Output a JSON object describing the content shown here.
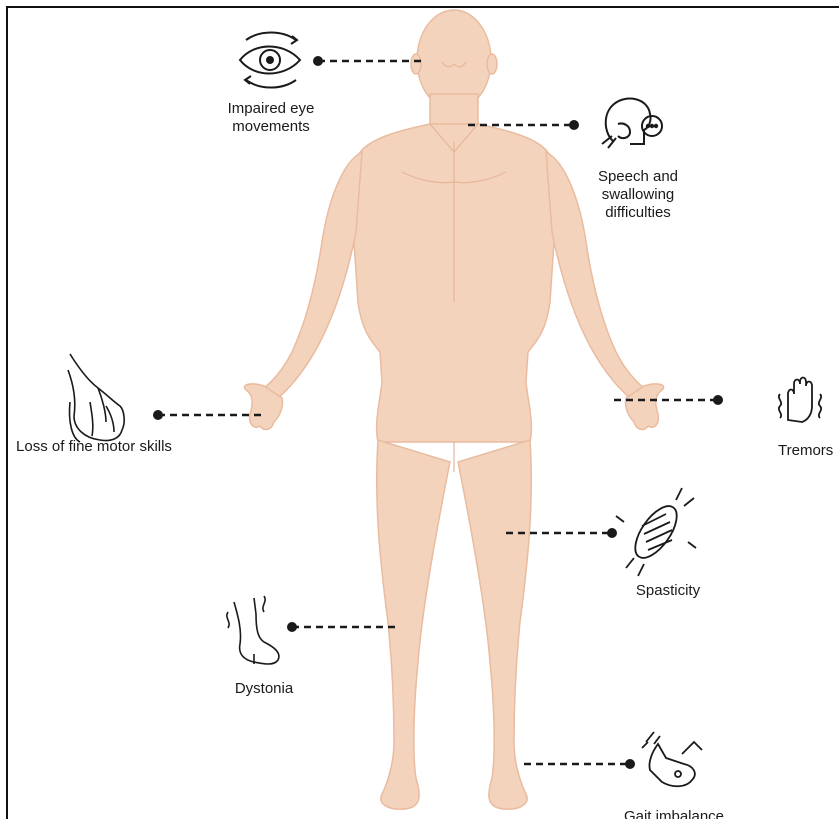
{
  "symptoms": {
    "eye": "Impaired eye movements",
    "speech": "Speech and swallowing difficulties",
    "motor": "Loss of fine motor skills",
    "tremors": "Tremors",
    "spasticity": "Spasticity",
    "dystonia": "Dystonia",
    "gait": "Gait imbalance"
  },
  "colors": {
    "skin": "#f4d3bd",
    "skin_shadow": "#e9bb9f",
    "line": "#1a1a1a"
  }
}
